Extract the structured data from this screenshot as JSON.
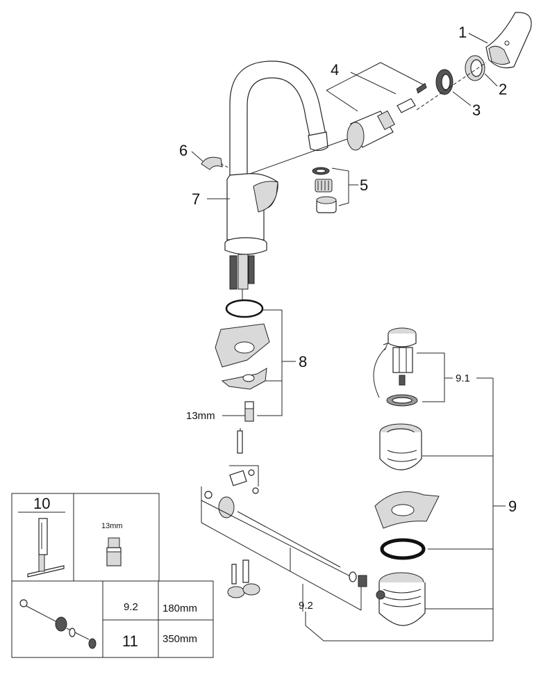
{
  "callouts": {
    "p1": "1",
    "p2": "2",
    "p3": "3",
    "p4": "4",
    "p5": "5",
    "p6": "6",
    "p7": "7",
    "p8": "8",
    "p9": "9",
    "p9_1": "9.1",
    "p9_2": "9.2"
  },
  "tool_13mm": "13mm",
  "box": {
    "label_10": "10",
    "wrench_size": "13mm",
    "rows": [
      {
        "part": "9.2",
        "length": "180mm"
      },
      {
        "part": "11",
        "length": "350mm"
      }
    ]
  },
  "icons": [
    "handle",
    "cap-ring",
    "collar-ring",
    "cartridge",
    "aerator",
    "clip",
    "pin",
    "spout-body",
    "mounting-set",
    "pop-up-plug",
    "drain-body",
    "rod-linkage",
    "tool-key"
  ]
}
